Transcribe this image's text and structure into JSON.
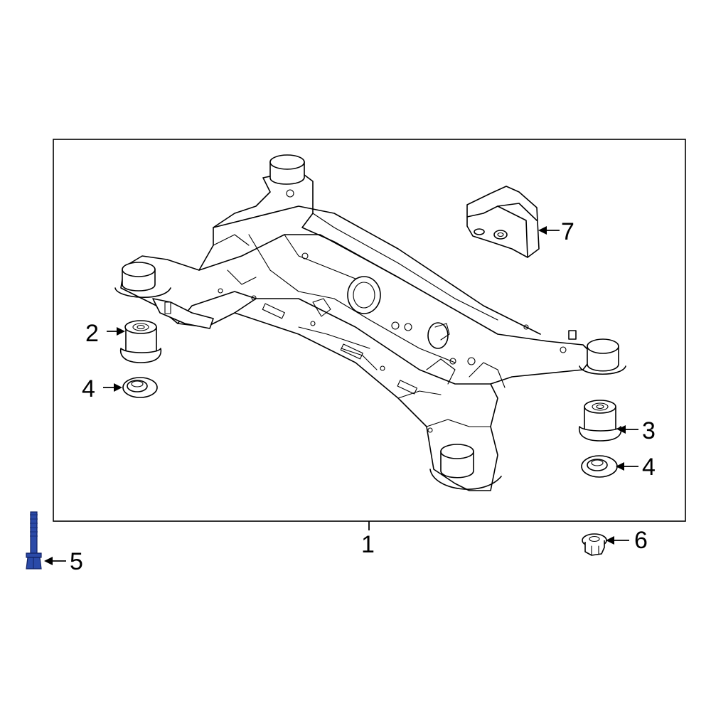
{
  "callouts": {
    "c1": "1",
    "c2": "2",
    "c3": "3",
    "c4a": "4",
    "c4b": "4",
    "c5": "5",
    "c6": "6",
    "c7": "7"
  },
  "colors": {
    "line": "#000000",
    "highlight_part": "#2b4aa8",
    "background": "#ffffff"
  }
}
